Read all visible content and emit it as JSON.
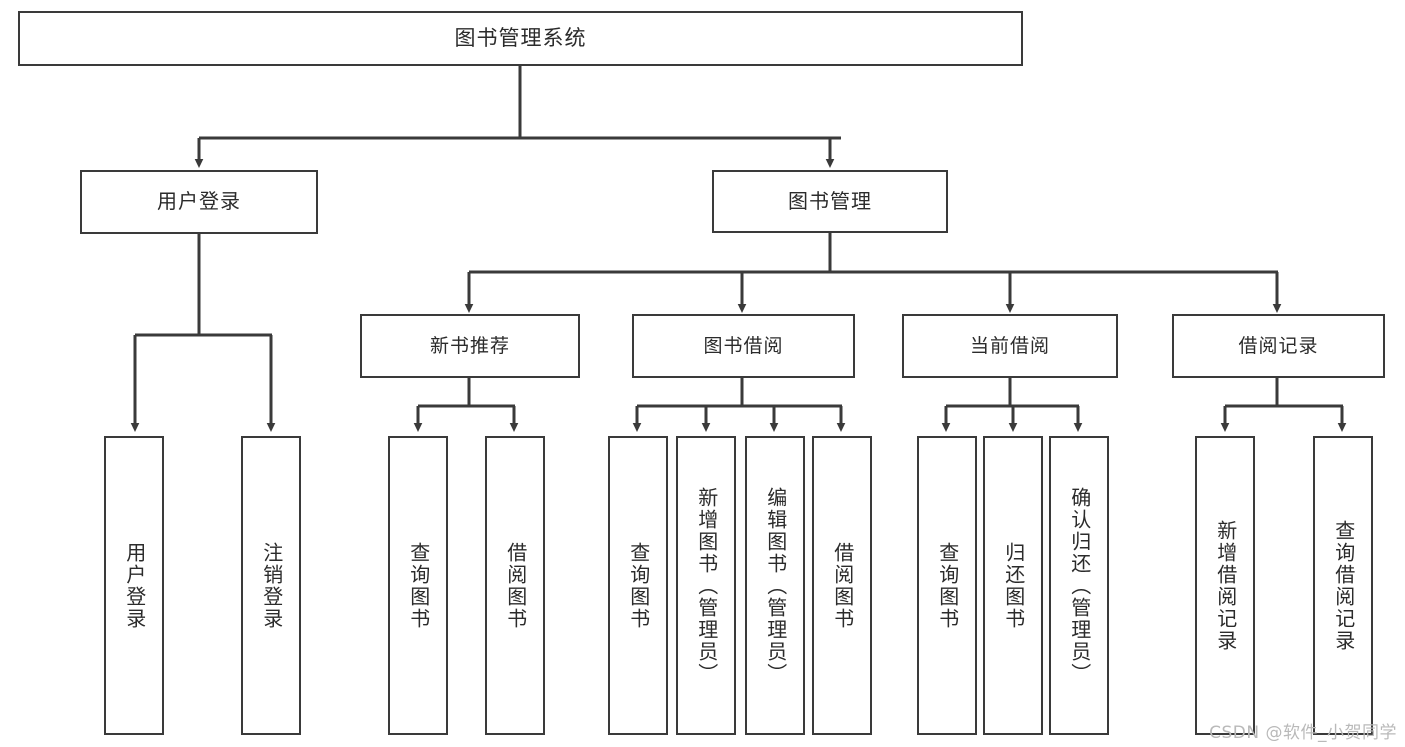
{
  "diagram": {
    "title": "图书管理系统",
    "watermark": "CSDN @软件_小贺同学",
    "colors": {
      "stroke": "#3a3a3a",
      "text": "#2b2b2b",
      "background": "#ffffff",
      "watermark": "#b9b9b9"
    },
    "root": {
      "label": "图书管理系统"
    },
    "level1": [
      {
        "label": "用户登录"
      },
      {
        "label": "图书管理"
      }
    ],
    "level2": [
      {
        "label": "新书推荐"
      },
      {
        "label": "图书借阅"
      },
      {
        "label": "当前借阅"
      },
      {
        "label": "借阅记录"
      }
    ],
    "leaves": {
      "user_login": [
        {
          "label": "用户登录"
        },
        {
          "label": "注销登录"
        }
      ],
      "new_book_recommend": [
        {
          "label": "查询图书"
        },
        {
          "label": "借阅图书"
        }
      ],
      "book_borrow": [
        {
          "label": "查询图书"
        },
        {
          "label": "新增图书（管理员）"
        },
        {
          "label": "编辑图书（管理员）"
        },
        {
          "label": "借阅图书"
        }
      ],
      "current_borrow": [
        {
          "label": "查询图书"
        },
        {
          "label": "归还图书"
        },
        {
          "label": "确认归还（管理员）"
        }
      ],
      "borrow_record": [
        {
          "label": "新增借阅记录"
        },
        {
          "label": "查询借阅记录"
        }
      ]
    }
  }
}
